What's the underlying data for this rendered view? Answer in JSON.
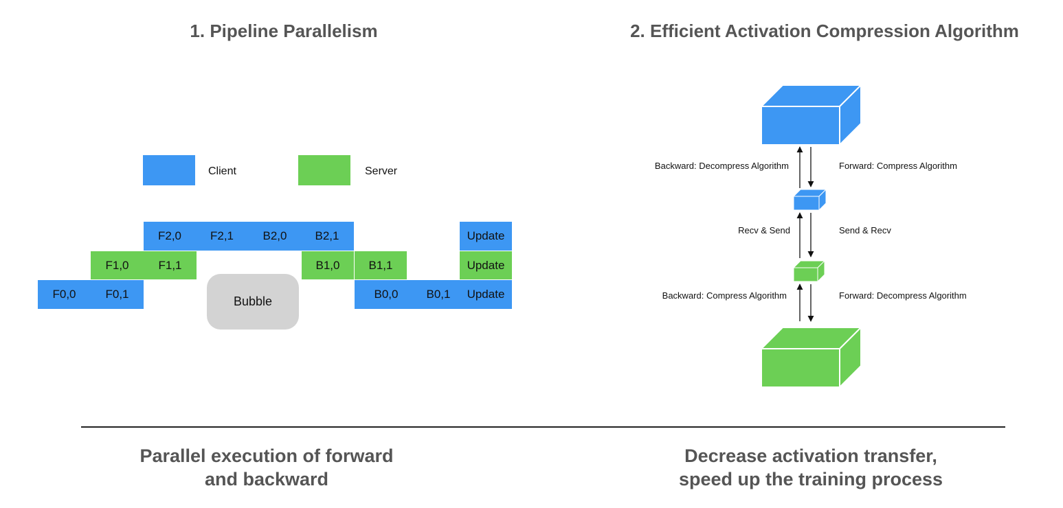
{
  "left": {
    "title": "1. Pipeline Parallelism",
    "legend": {
      "client_label": "Client",
      "server_label": "Server"
    },
    "cells": {
      "f20": "F2,0",
      "f21": "F2,1",
      "b20": "B2,0",
      "b21": "B2,1",
      "f10": "F1,0",
      "f11": "F1,1",
      "b10": "B1,0",
      "b11": "B1,1",
      "f00": "F0,0",
      "f01": "F0,1",
      "b00": "B0,0",
      "b01": "B0,1",
      "update_top": "Update",
      "update_mid": "Update",
      "update_bot": "Update"
    },
    "bubble": "Bubble",
    "caption": [
      "Parallel execution of forward",
      "and backward"
    ]
  },
  "right": {
    "title": "2. Efficient Activation Compression Algorithm",
    "labels": {
      "backward_decompress": "Backward: Decompress Algorithm",
      "forward_compress": "Forward: Compress Algorithm",
      "recv_send": "Recv & Send",
      "send_recv": "Send & Recv",
      "backward_compress": "Backward: Compress Algorithm",
      "forward_decompress": "Forward: Decompress Algorithm"
    },
    "caption": [
      "Decrease activation transfer,",
      "speed up the training process"
    ]
  },
  "colors": {
    "client": "#3d97f3",
    "server": "#6ccf55",
    "bubble": "#d3d3d3",
    "title": "#555555"
  }
}
